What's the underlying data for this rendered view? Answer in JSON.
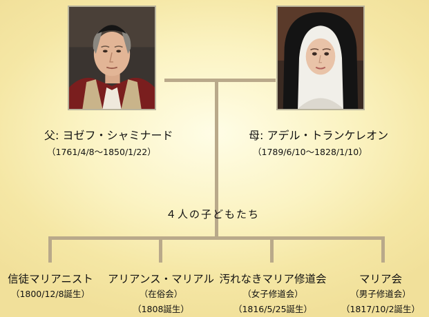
{
  "father": {
    "name": "父: ヨゼフ・シャミナード",
    "dates": "（1761/4/8〜1850/1/22）"
  },
  "mother": {
    "name": "母: アデル・トランケレオン",
    "dates": "（1789/6/10〜1828/1/10）"
  },
  "children_label": "４人の子どもたち",
  "children": [
    {
      "name": "信徒マリアニスト",
      "lines": [
        "（1800/12/8誕生）"
      ]
    },
    {
      "name": "アリアンス・マリアル",
      "lines": [
        "（在俗会）",
        "（1808誕生）"
      ]
    },
    {
      "name": "汚れなきマリア修道会",
      "lines": [
        "（女子修道会）",
        "（1816/5/25誕生）"
      ]
    },
    {
      "name": "マリア会",
      "lines": [
        "（男子修道会）",
        "（1817/10/2誕生）"
      ]
    }
  ],
  "colors": {
    "connector": "#b9a98a",
    "frame": "#b9b49c"
  }
}
